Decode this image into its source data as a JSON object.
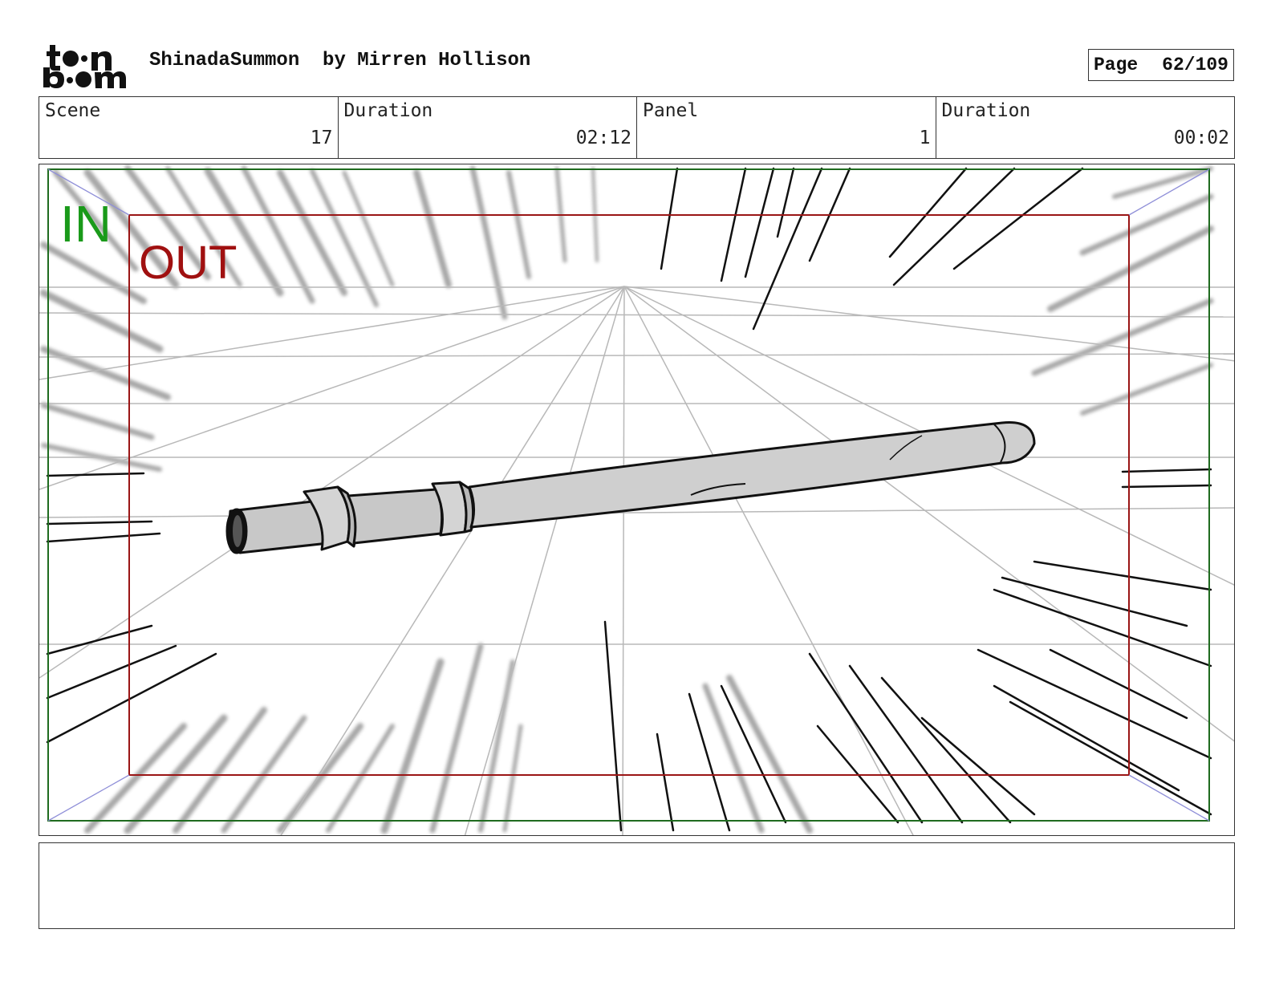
{
  "header": {
    "logo_alt": "toon boom",
    "project_name": "ShinadaSummon",
    "author_line": "by Mirren Hollison",
    "page_label": "Page",
    "page_value": "62/109"
  },
  "info": {
    "scene_label": "Scene",
    "scene_value": "17",
    "scene_duration_label": "Duration",
    "scene_duration_value": "02:12",
    "panel_label": "Panel",
    "panel_value": "1",
    "panel_duration_label": "Duration",
    "panel_duration_value": "00:02"
  },
  "frame": {
    "in_label": "IN",
    "out_label": "OUT",
    "in_color": "#1a9a1a",
    "out_color": "#a01010"
  },
  "notes": {
    "text": ""
  }
}
